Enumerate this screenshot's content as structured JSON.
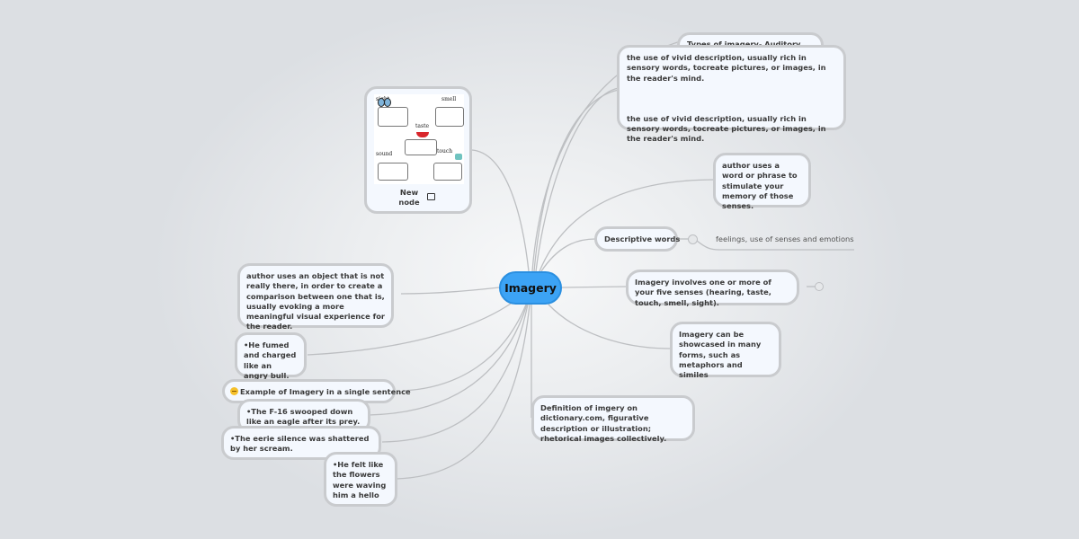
{
  "central_topic": "Imagery",
  "nodes": {
    "types_of_imagery": "Types of imagery- Auditory imagery",
    "definition_vivid": "the use of vivid description, usually rich in sensory words, tocreate pictures, or images, in the reader's mind.\n\n\n\nthe use of vivid description, usually rich in sensory words, tocreate pictures, or images, in the reader's mind.",
    "word_or_phrase": "author uses a word or phrase to stimulate your memory of those senses.",
    "descriptive_words": "Descriptive words",
    "descriptive_words_child": "feelings, use of senses and emotions",
    "five_senses": "Imagery involves one or more of your five senses (hearing, taste, touch, smell, sight).",
    "showcased_forms": "Imagery can be showcased in many forms, such as metaphors and similes",
    "dictionary_definition": "Definition of imgery on dictionary.com, figurative description or illustration; rhetorical images collectively.",
    "object_comparison": "author uses an object that is not really there, in order to create a comparison between one that is, usually evoking a more meaningful visual experience for the reader.",
    "fumed_bull": "•He fumed and charged like an angry bull.",
    "example_single_sentence": "Example of Imagery in a single sentence",
    "f16_eagle": "•The F-16 swooped down like an eagle after its prey.",
    "eerie_silence": "•The eerie silence was shattered by her scream.",
    "flowers_waving": "•He felt like the flowers were waving him a hello"
  },
  "image_node": {
    "caption": "New node",
    "icon": "image-icon",
    "senses": [
      "sight",
      "smell",
      "taste",
      "sound",
      "touch"
    ]
  },
  "colors": {
    "central_fill": "#3ca3f5",
    "node_border": "#c9cbce",
    "node_fill": "#f4f8fe",
    "link": "#bdbfc2",
    "background": "#dcdfe3"
  }
}
